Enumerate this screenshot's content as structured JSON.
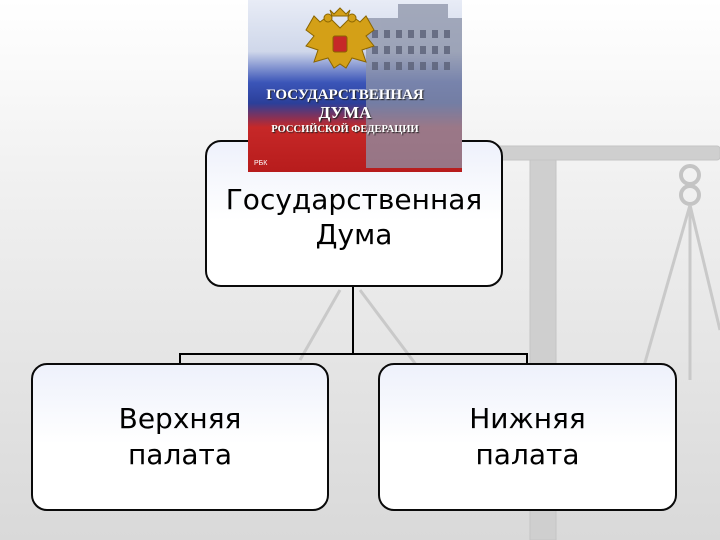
{
  "logo": {
    "lines": [
      "ГОСУДАРСТВЕННАЯ",
      "ДУМА",
      "РОССИЙСКОЙ ФЕДЕРАЦИИ"
    ],
    "corner_text": "РБК",
    "emblem_icon": "double-headed-eagle-icon",
    "flag_colors": [
      "#ffffff",
      "#2b3f9a",
      "#c62828"
    ]
  },
  "diagram": {
    "root": {
      "line1": "Государственная",
      "line2": "Дума"
    },
    "children": [
      {
        "line1": "Верхняя",
        "line2": "палата"
      },
      {
        "line1": "Нижняя",
        "line2": "палата"
      }
    ]
  },
  "background": {
    "decoration_icon": "scales-of-justice-icon"
  }
}
